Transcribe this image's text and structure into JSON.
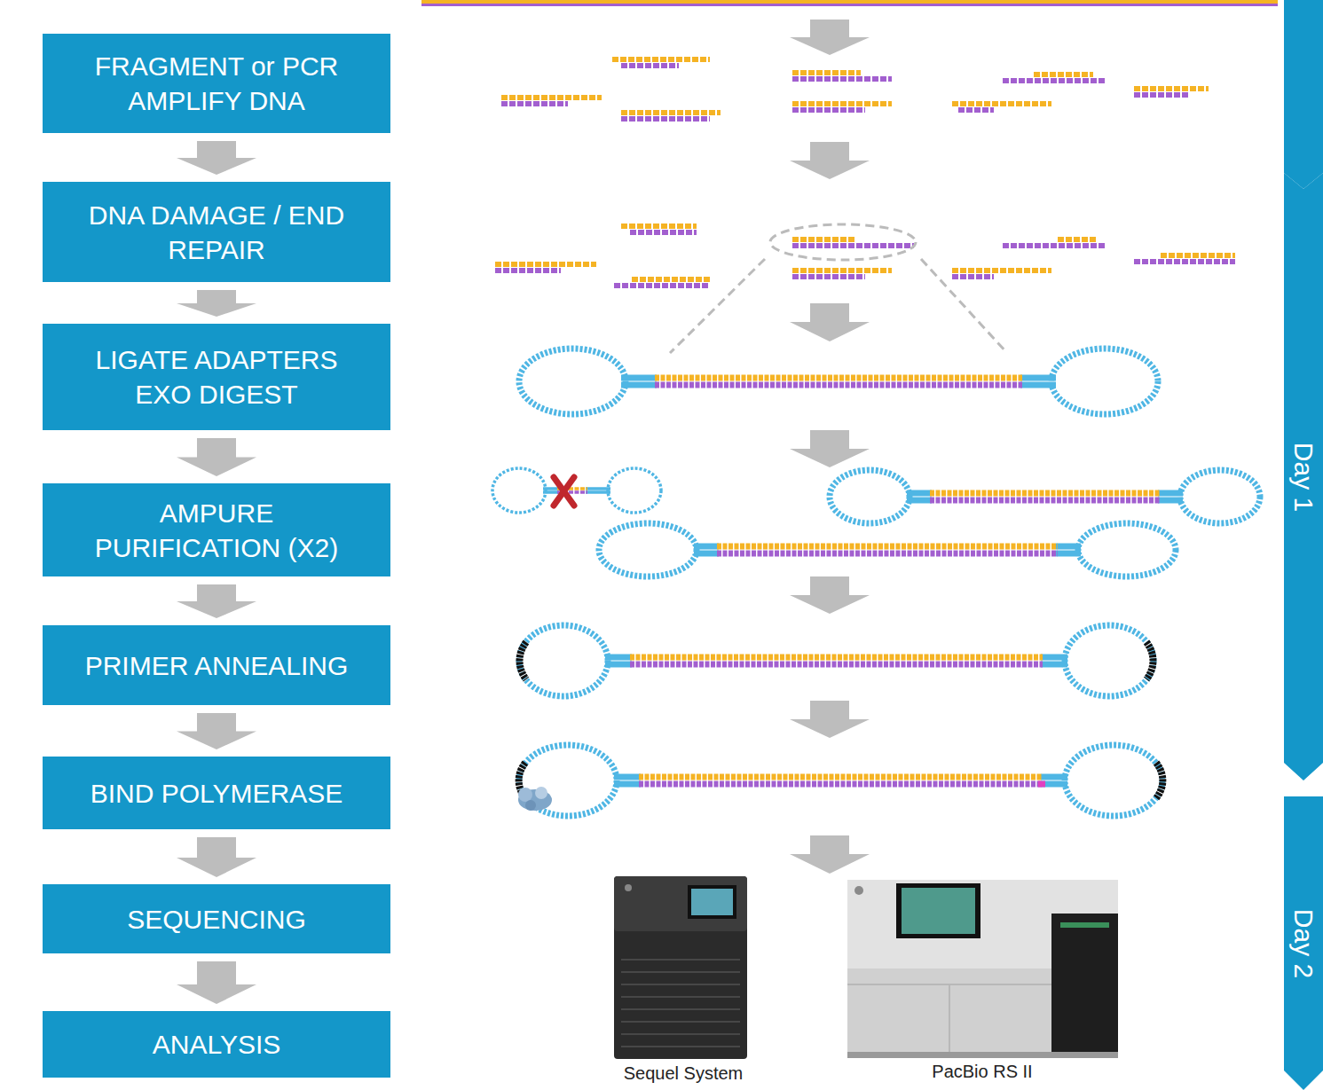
{
  "diagram": {
    "nodes": [
      {
        "text": [
          "FRAGMENT or PCR AMPLIFY DNA"
        ]
      },
      {
        "text": [
          "DNA DAMAGE / END REPAIR"
        ]
      },
      {
        "text": [
          "LIGATE ADAPTERS EXO DIGEST"
        ]
      },
      {
        "text": [
          "AMPURE PURIFICATION (X2)"
        ]
      },
      {
        "text": [
          "PRIMER ANNEALING"
        ]
      },
      {
        "text": [
          "BIND POLYMERASE"
        ]
      },
      {
        "text": [
          "SEQUENCING"
        ]
      },
      {
        "text": [
          "ANALYSIS"
        ]
      },
      {
        "text": [
          "Day 1"
        ]
      },
      {
        "text": [
          "Day 2"
        ]
      }
    ],
    "edges": [
      {
        "from": 0,
        "to": 1,
        "arrow": "to"
      },
      {
        "from": 1,
        "to": 2,
        "arrow": "to"
      },
      {
        "from": 2,
        "to": 3,
        "arrow": "to"
      },
      {
        "from": 3,
        "to": 4,
        "arrow": "to"
      },
      {
        "from": 4,
        "to": 5,
        "arrow": "to"
      },
      {
        "from": 5,
        "to": 6,
        "arrow": "to"
      },
      {
        "from": 6,
        "to": 7,
        "arrow": "to"
      }
    ],
    "labels": [
      "Sequel System",
      "PacBio RS II"
    ]
  }
}
